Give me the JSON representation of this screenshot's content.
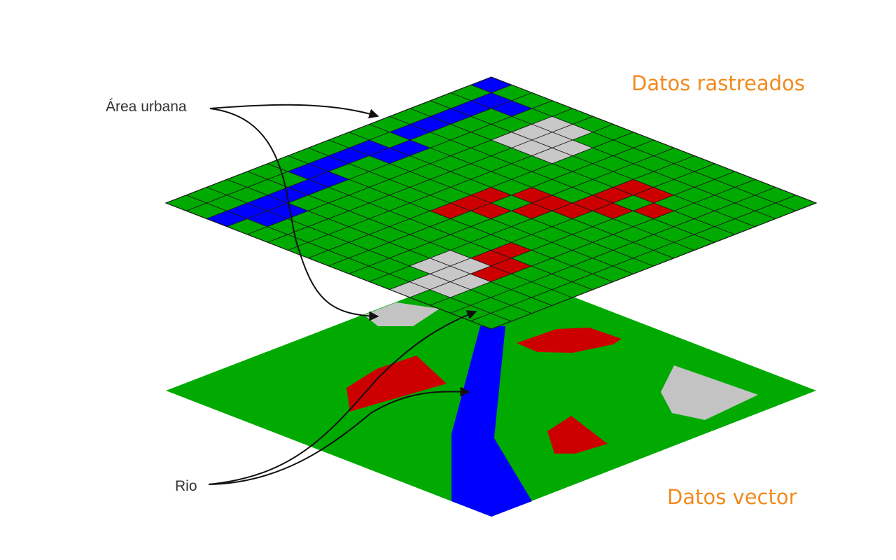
{
  "layers": {
    "raster_title": "Datos rastreados",
    "vector_title": "Datos vector",
    "title_color": "#f28a1e"
  },
  "callouts": {
    "urban_area": "Área urbana",
    "river": "Rio",
    "line_color": "#111111"
  },
  "colors": {
    "grassland": "#00aa00",
    "water": "#0000ff",
    "urban": "#c8c8c8",
    "feature_red": "#cc0000",
    "grid_line": "#1a1a1a",
    "vector_urban": "#c3c3c3"
  },
  "raster": {
    "rows": 16,
    "cols": 16,
    "water_cells": [
      [
        0,
        0
      ],
      [
        1,
        1
      ],
      [
        1,
        2
      ],
      [
        2,
        1
      ],
      [
        3,
        1
      ],
      [
        4,
        1
      ],
      [
        5,
        1
      ],
      [
        6,
        2
      ],
      [
        7,
        1
      ],
      [
        7,
        2
      ],
      [
        8,
        1
      ],
      [
        9,
        1
      ],
      [
        10,
        1
      ],
      [
        10,
        2
      ],
      [
        11,
        2
      ],
      [
        12,
        2
      ],
      [
        13,
        2
      ],
      [
        13,
        3
      ],
      [
        14,
        2
      ],
      [
        14,
        3
      ],
      [
        15,
        2
      ]
    ],
    "urban_cells": [
      [
        1,
        4
      ],
      [
        2,
        4
      ],
      [
        3,
        4
      ],
      [
        1,
        5
      ],
      [
        2,
        5
      ],
      [
        3,
        5
      ],
      [
        2,
        6
      ],
      [
        3,
        6
      ],
      [
        12,
        10
      ],
      [
        12,
        11
      ],
      [
        13,
        10
      ],
      [
        13,
        11
      ],
      [
        13,
        12
      ],
      [
        14,
        11
      ],
      [
        14,
        12
      ],
      [
        15,
        11
      ]
    ],
    "red_cells": [
      [
        6,
        8
      ],
      [
        7,
        7
      ],
      [
        8,
        7
      ],
      [
        9,
        7
      ],
      [
        6,
        9
      ],
      [
        7,
        9
      ],
      [
        8,
        8
      ],
      [
        5,
        10
      ],
      [
        6,
        10
      ],
      [
        10,
        11
      ],
      [
        11,
        11
      ],
      [
        11,
        12
      ],
      [
        12,
        12
      ],
      [
        5,
        11
      ],
      [
        3,
        10
      ],
      [
        3,
        11
      ],
      [
        4,
        10
      ],
      [
        4,
        12
      ]
    ]
  }
}
